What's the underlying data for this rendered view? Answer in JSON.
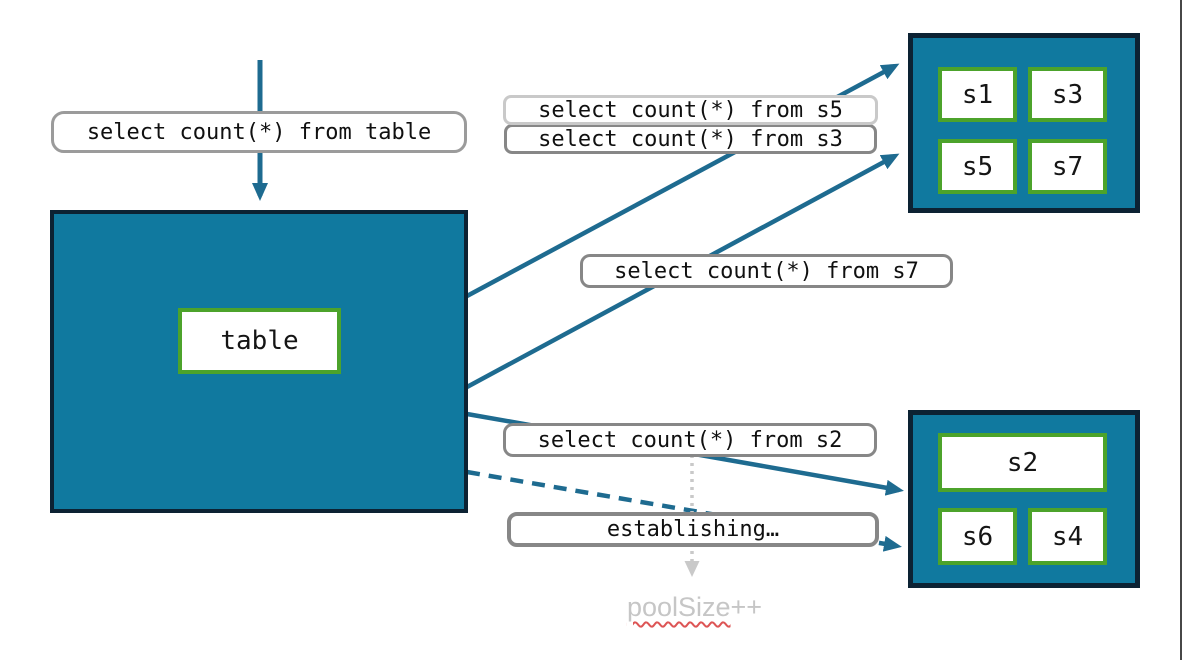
{
  "palette": {
    "box_fill": "#10799f",
    "box_border": "#0c2233",
    "green_border": "#4ca32b",
    "arrow_teal": "#1e6b90",
    "label_border": "#878787",
    "label_border_light": "#c9c9c9",
    "muted_text": "#c6c6c6",
    "dotted_arrow": "#c9c9c9",
    "squiggle_red": "#dd5555"
  },
  "nodes": {
    "table": "table",
    "top_shards": [
      "s1",
      "s3",
      "s5",
      "s7"
    ],
    "bottom_shards": [
      "s2",
      "s6",
      "s4"
    ]
  },
  "labels": {
    "query_table": "select count(*) from table",
    "query_s5": "select count(*) from s5",
    "query_s3": "select count(*) from s3",
    "query_s7": "select count(*) from s7",
    "query_s2": "select count(*) from s2",
    "establishing": "establishing…",
    "pool_size_base": "poolSize",
    "pool_size_suffix": "++"
  }
}
